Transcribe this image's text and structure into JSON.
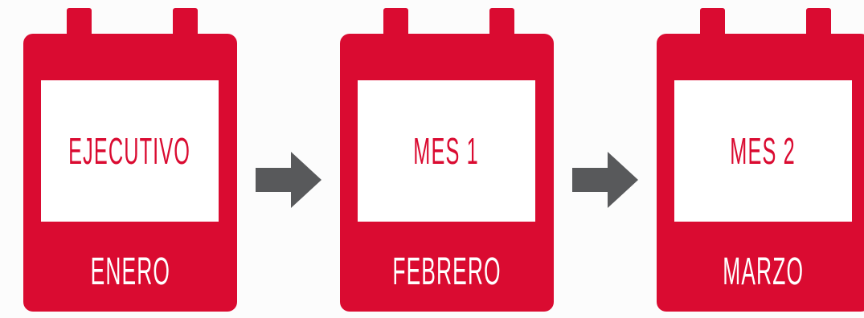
{
  "colors": {
    "calendar": "#da0b31",
    "page": "#ffffff",
    "arrow": "#58595b",
    "background": "#fcfcfc"
  },
  "calendars": [
    {
      "label": "EJECUTIVO",
      "month": "ENERO"
    },
    {
      "label": "MES 1",
      "month": "FEBRERO"
    },
    {
      "label": "MES 2",
      "month": "MARZO"
    }
  ],
  "connectors": [
    {
      "icon": "arrow-right-icon"
    },
    {
      "icon": "arrow-right-icon"
    }
  ]
}
